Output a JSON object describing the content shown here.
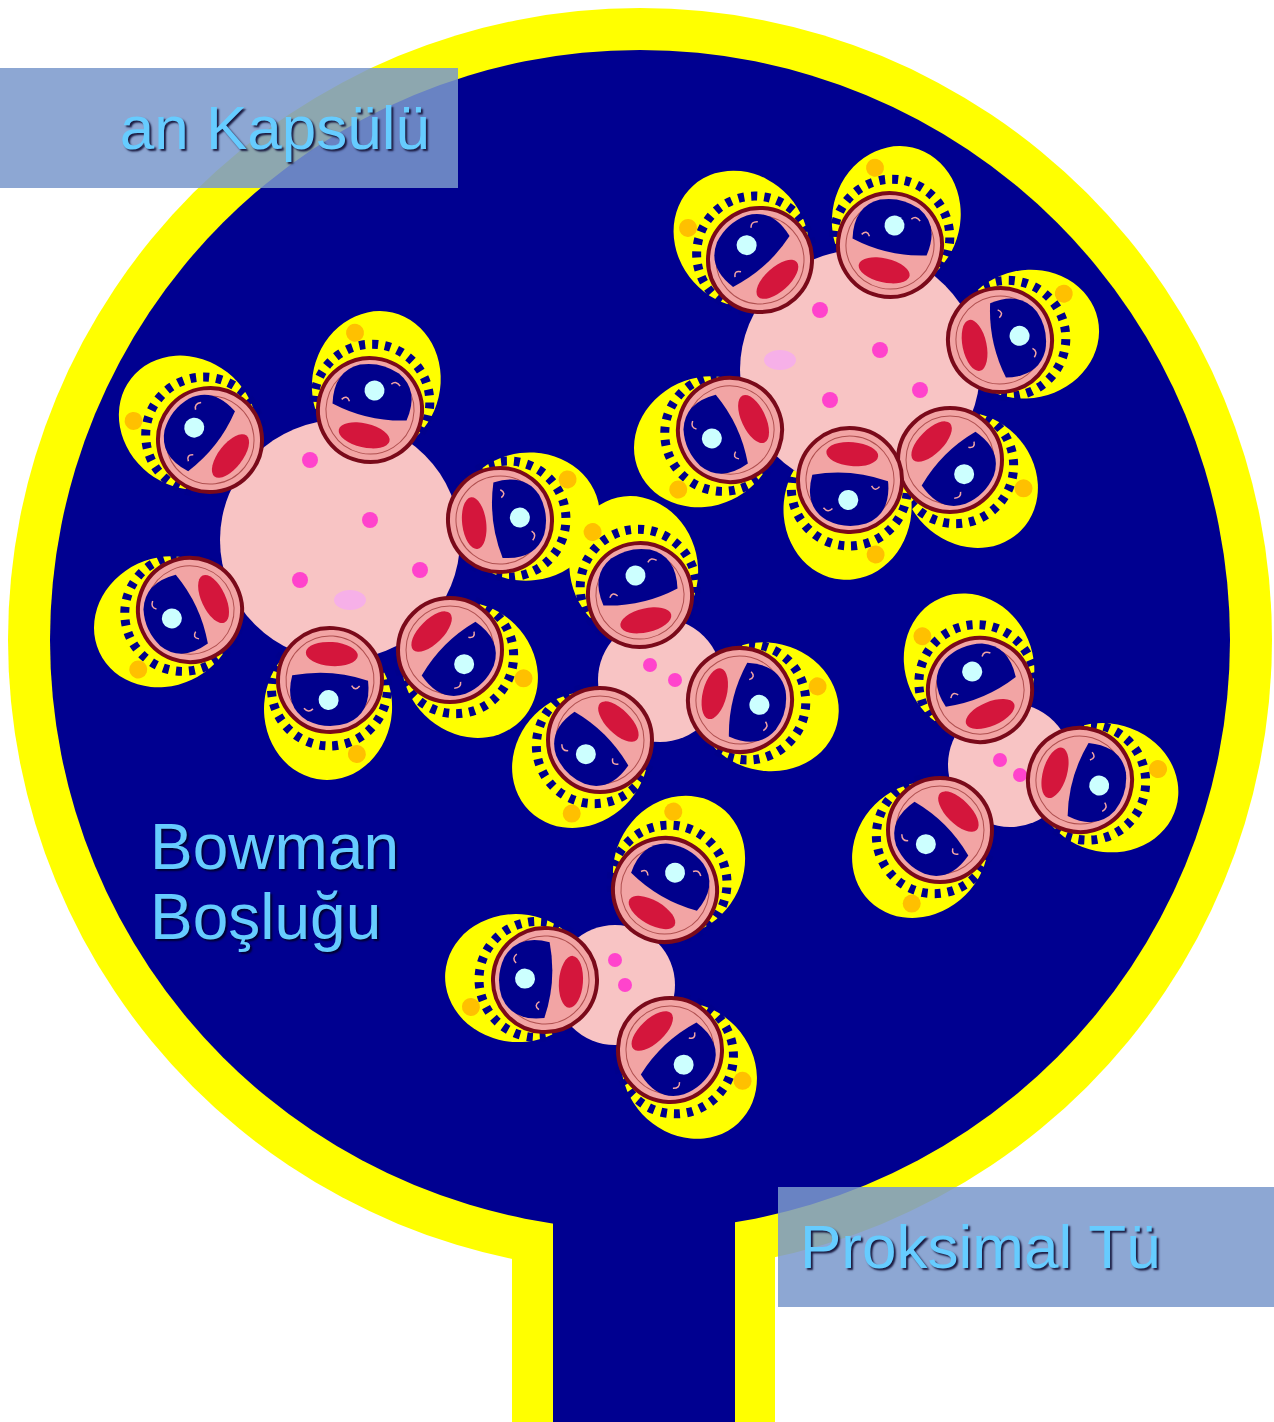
{
  "diagram": {
    "nodes": [
      {
        "text": [
          "an Kapsülü"
        ]
      },
      {
        "text": [
          "Proksimal Tü"
        ]
      }
    ],
    "labels": [
      "Bowman Boşluğu"
    ]
  }
}
